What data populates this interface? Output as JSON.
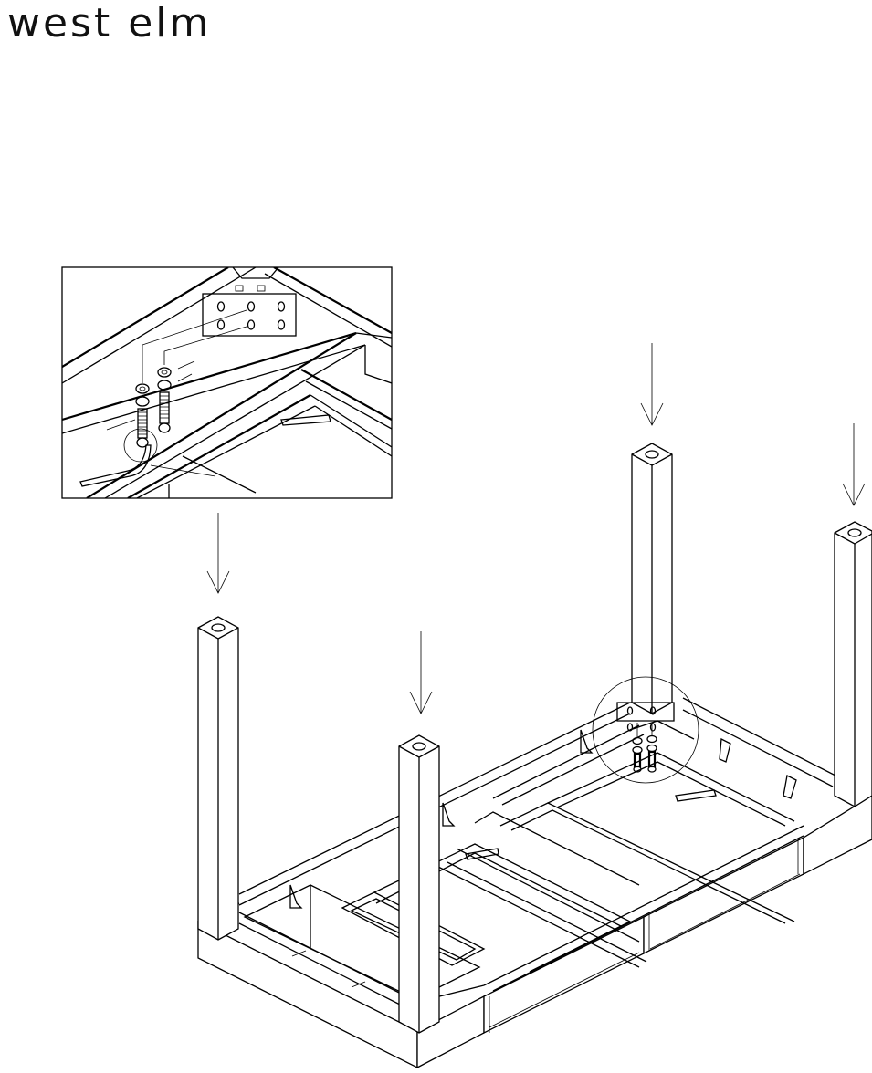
{
  "brand": {
    "name": "west elm"
  },
  "figure": {
    "parts": [
      {
        "id": "table-frame",
        "icon": "table-frame-upside-down"
      },
      {
        "id": "leg",
        "count": 4
      },
      {
        "id": "bolt",
        "count": 2
      },
      {
        "id": "washer",
        "count": 2
      },
      {
        "id": "hex-key",
        "count": 1
      }
    ],
    "arrow_count": 4
  }
}
